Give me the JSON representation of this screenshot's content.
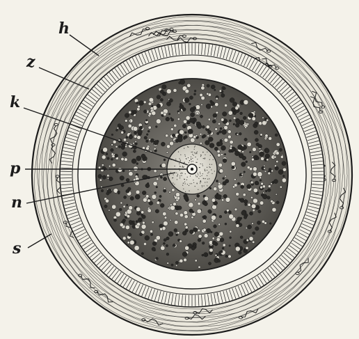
{
  "labels": {
    "h": "h",
    "z": "z",
    "k": "k",
    "p": "p",
    "n": "n",
    "s": "s"
  },
  "colors": {
    "paper": "#f4f2ea",
    "ink": "#1c1c1c",
    "nucleus_fill": "#d8d6cc"
  }
}
